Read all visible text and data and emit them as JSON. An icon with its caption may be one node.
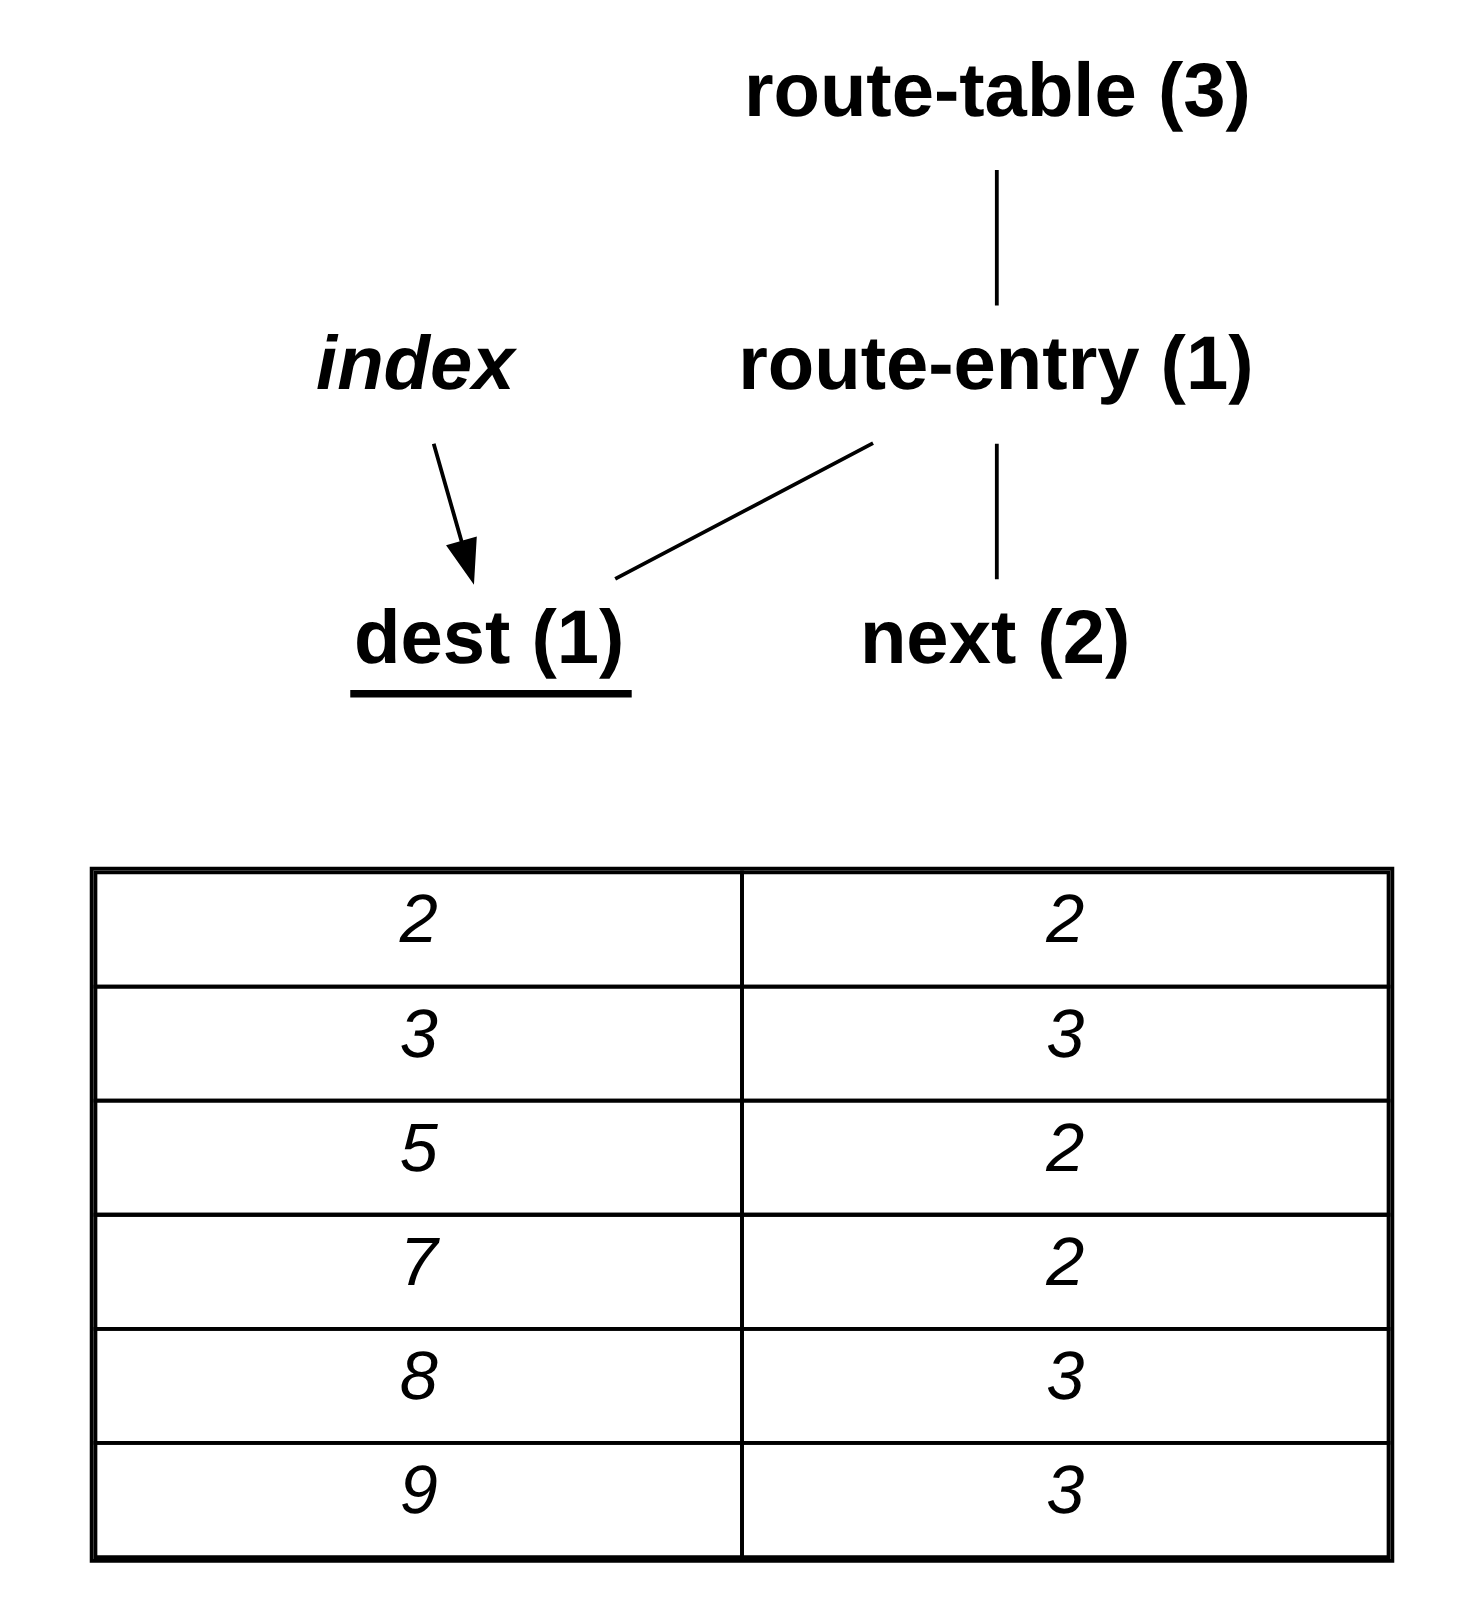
{
  "diagram": {
    "nodes": [
      {
        "text": [
          "route-table (3)"
        ]
      },
      {
        "text": [
          "route-entry (1)"
        ]
      },
      {
        "text": [
          "dest (1)"
        ]
      },
      {
        "text": [
          "next (2)"
        ]
      },
      {
        "text": [
          "index"
        ]
      }
    ],
    "edges": [
      {
        "from": 0,
        "to": 1,
        "arrow": "none"
      },
      {
        "from": 1,
        "to": 2,
        "arrow": "none"
      },
      {
        "from": 1,
        "to": 3,
        "arrow": "none"
      },
      {
        "from": 4,
        "to": 2,
        "arrow": "to"
      }
    ],
    "labels": [
      "2",
      "2",
      "3",
      "3",
      "5",
      "2",
      "7",
      "2",
      "8",
      "3",
      "9",
      "3"
    ]
  }
}
